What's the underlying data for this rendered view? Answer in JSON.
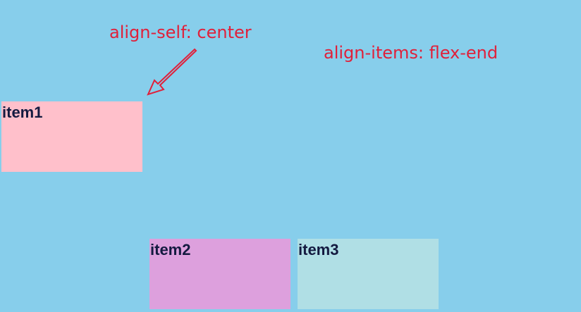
{
  "annotations": {
    "align_self": "align-self: center",
    "align_items": "align-items: flex-end"
  },
  "items": [
    {
      "label": "item1",
      "color": "#FFC0CB"
    },
    {
      "label": "item2",
      "color": "#DDA0DD"
    },
    {
      "label": "item3",
      "color": "#B0DFE5"
    }
  ],
  "colors": {
    "background": "#87CEEB",
    "annotation": "#E0203A",
    "item_text": "#141a40"
  }
}
